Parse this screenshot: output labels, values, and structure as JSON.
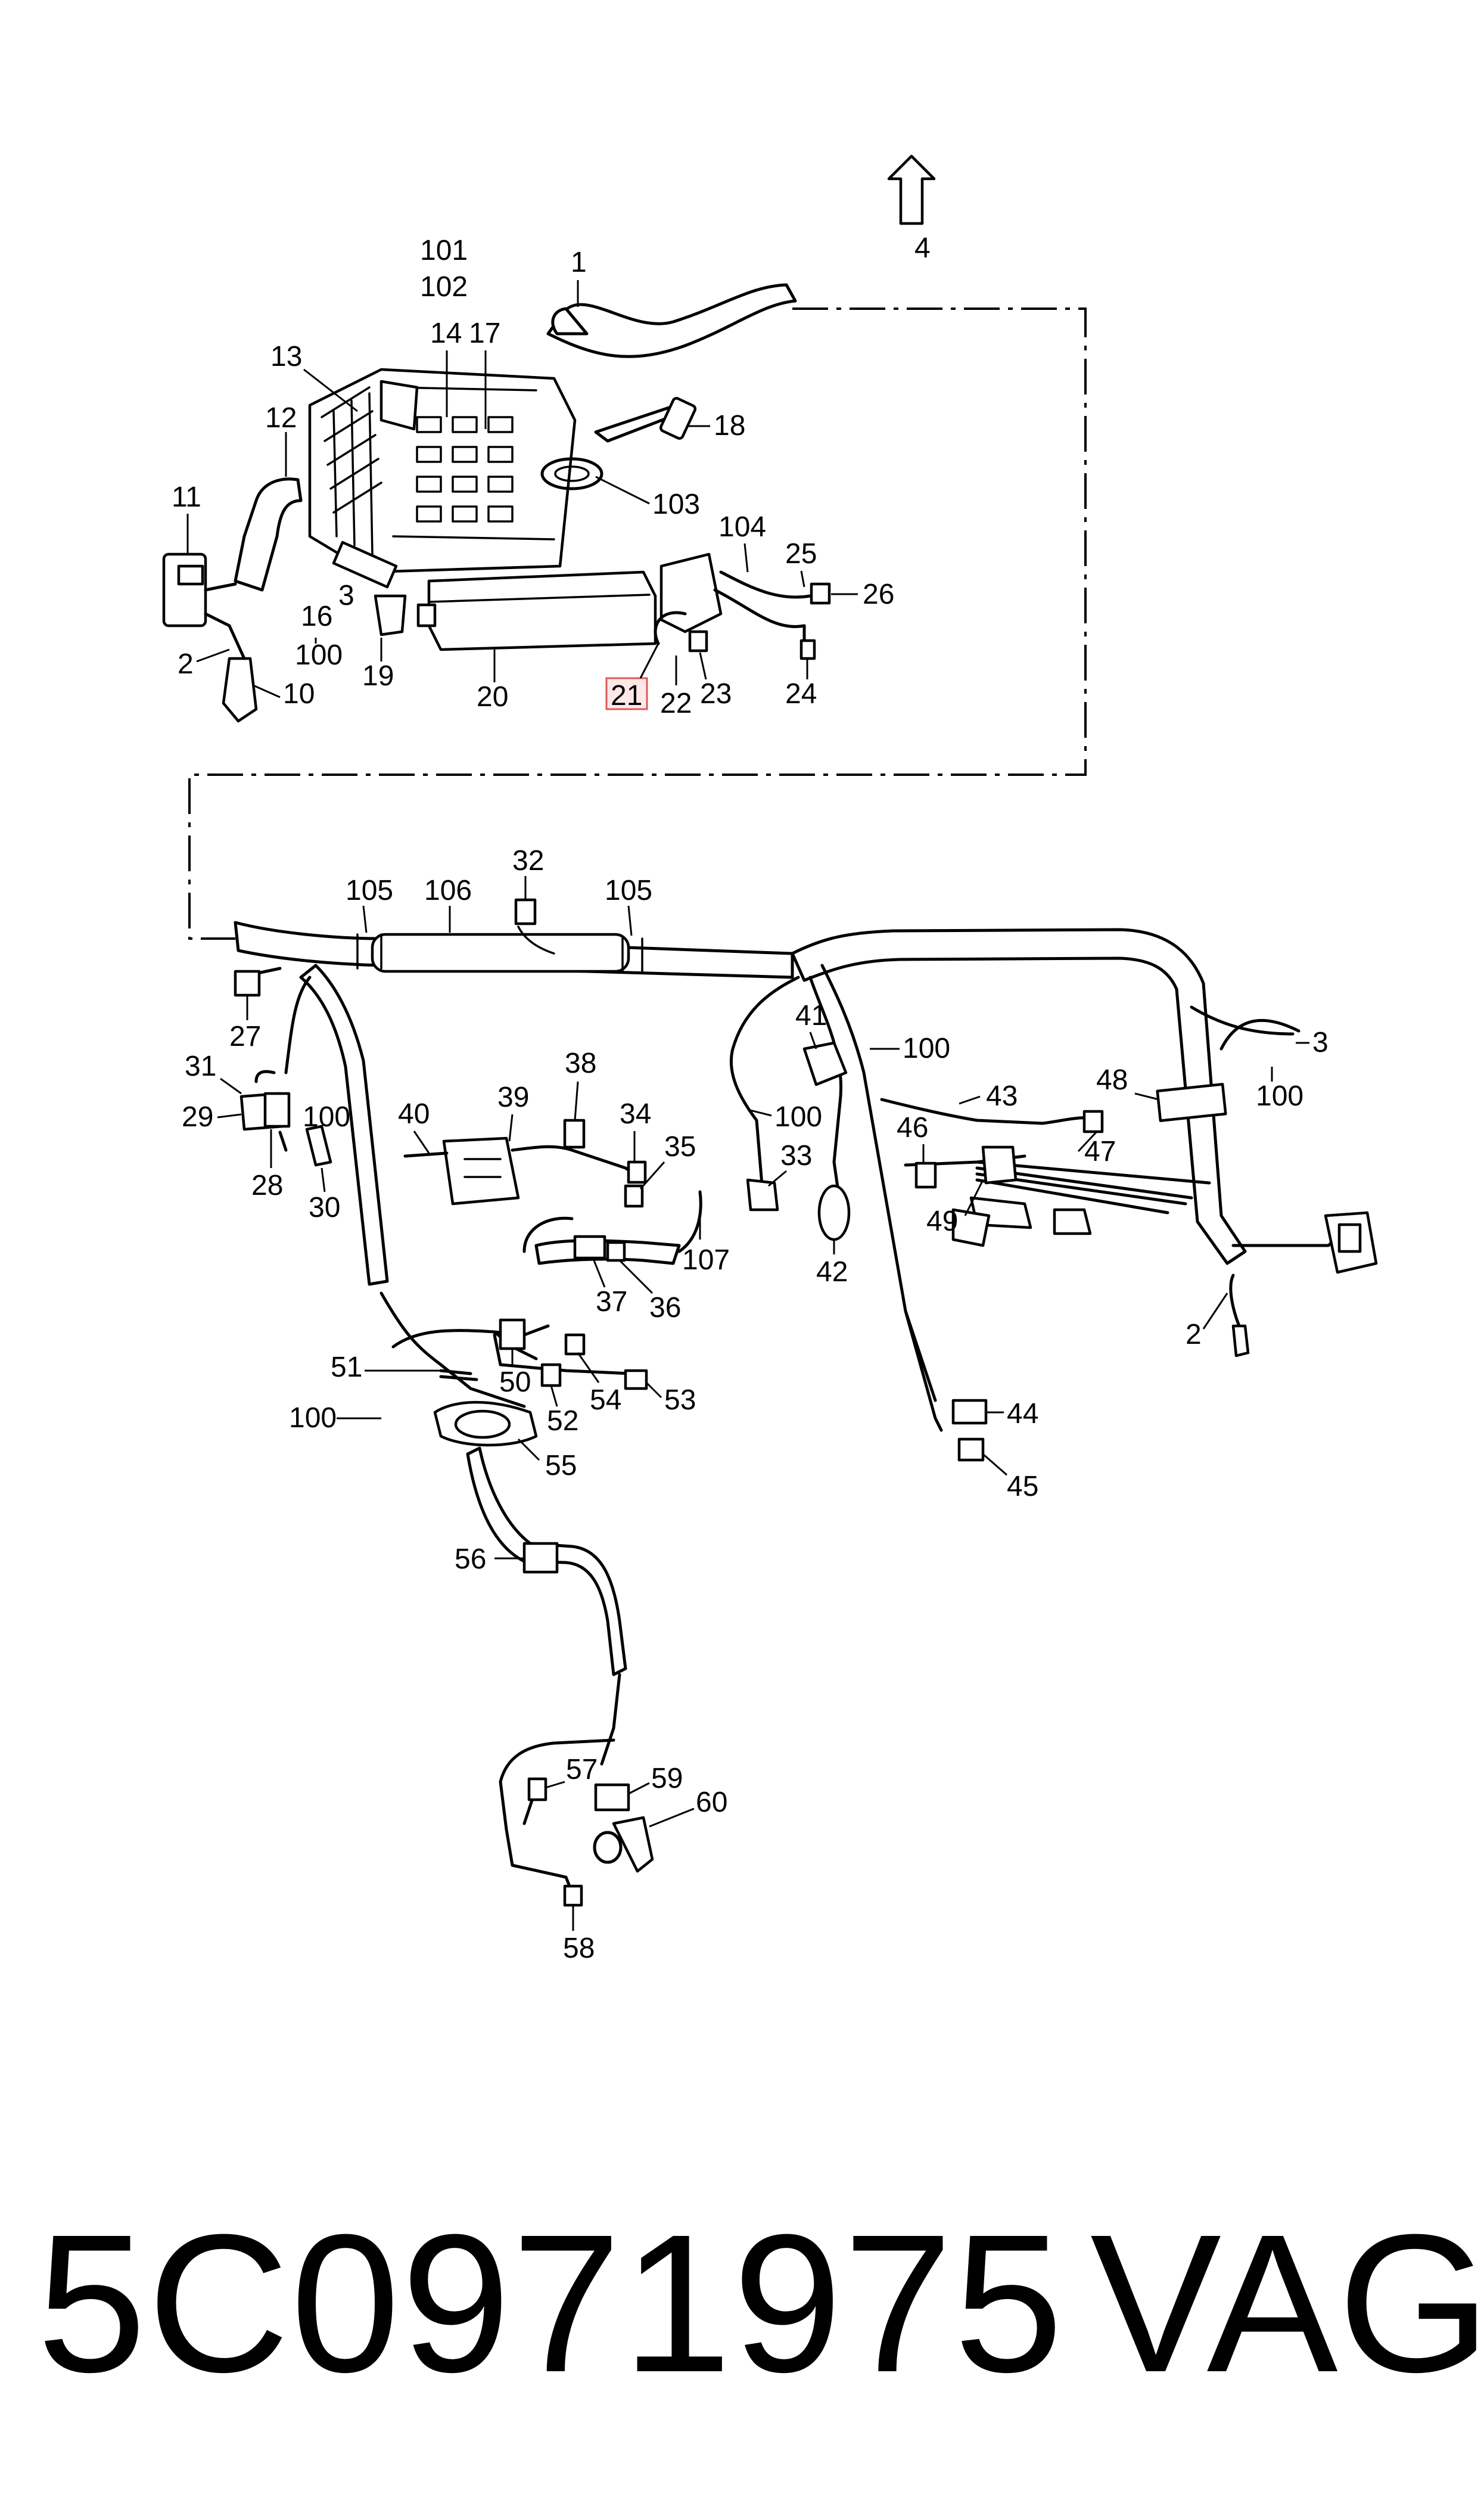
{
  "diagram": {
    "callouts": {
      "c1": "1",
      "c2": "2",
      "c3": "3",
      "c4": "4",
      "c10": "10",
      "c11": "11",
      "c12": "12",
      "c13": "13",
      "c14": "14",
      "c16": "16",
      "c17": "17",
      "c18": "18",
      "c19": "19",
      "c20": "20",
      "c21": "21",
      "c22": "22",
      "c23": "23",
      "c24": "24",
      "c25": "25",
      "c26": "26",
      "c27": "27",
      "c28": "28",
      "c29": "29",
      "c30": "30",
      "c31": "31",
      "c32": "32",
      "c33": "33",
      "c34": "34",
      "c35": "35",
      "c36": "36",
      "c37": "37",
      "c38": "38",
      "c39": "39",
      "c40": "40",
      "c41": "41",
      "c42": "42",
      "c43": "43",
      "c44": "44",
      "c45": "45",
      "c46": "46",
      "c47": "47",
      "c48": "48",
      "c49": "49",
      "c50": "50",
      "c51": "51",
      "c52": "52",
      "c53": "53",
      "c54": "54",
      "c55": "55",
      "c56": "56",
      "c57": "57",
      "c58": "58",
      "c59": "59",
      "c60": "60",
      "c100": "100",
      "c101": "101",
      "c102": "102",
      "c103": "103",
      "c104": "104",
      "c105": "105",
      "c106": "106",
      "c107": "107"
    },
    "highlighted_callout": "21"
  },
  "footer": {
    "part_number": "5C0971975",
    "brand": "VAG"
  }
}
